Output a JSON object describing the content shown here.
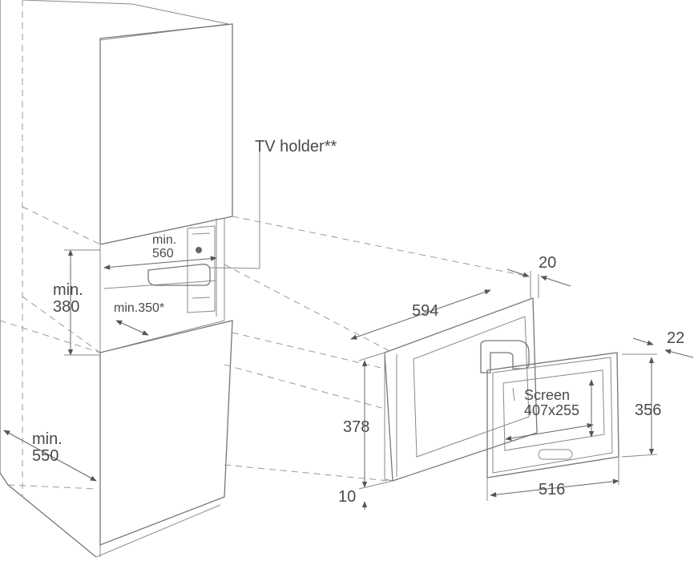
{
  "labels": {
    "tv_holder": "TV holder**",
    "min_560": "min.\n560",
    "min_380": "min.\n380",
    "min_350": "min.350*",
    "min_550": "min.\n550",
    "dim_594": "594",
    "dim_20": "20",
    "dim_22": "22",
    "dim_378": "378",
    "dim_356": "356",
    "dim_10": "10",
    "dim_516": "516",
    "screen": "Screen\n407x255"
  }
}
